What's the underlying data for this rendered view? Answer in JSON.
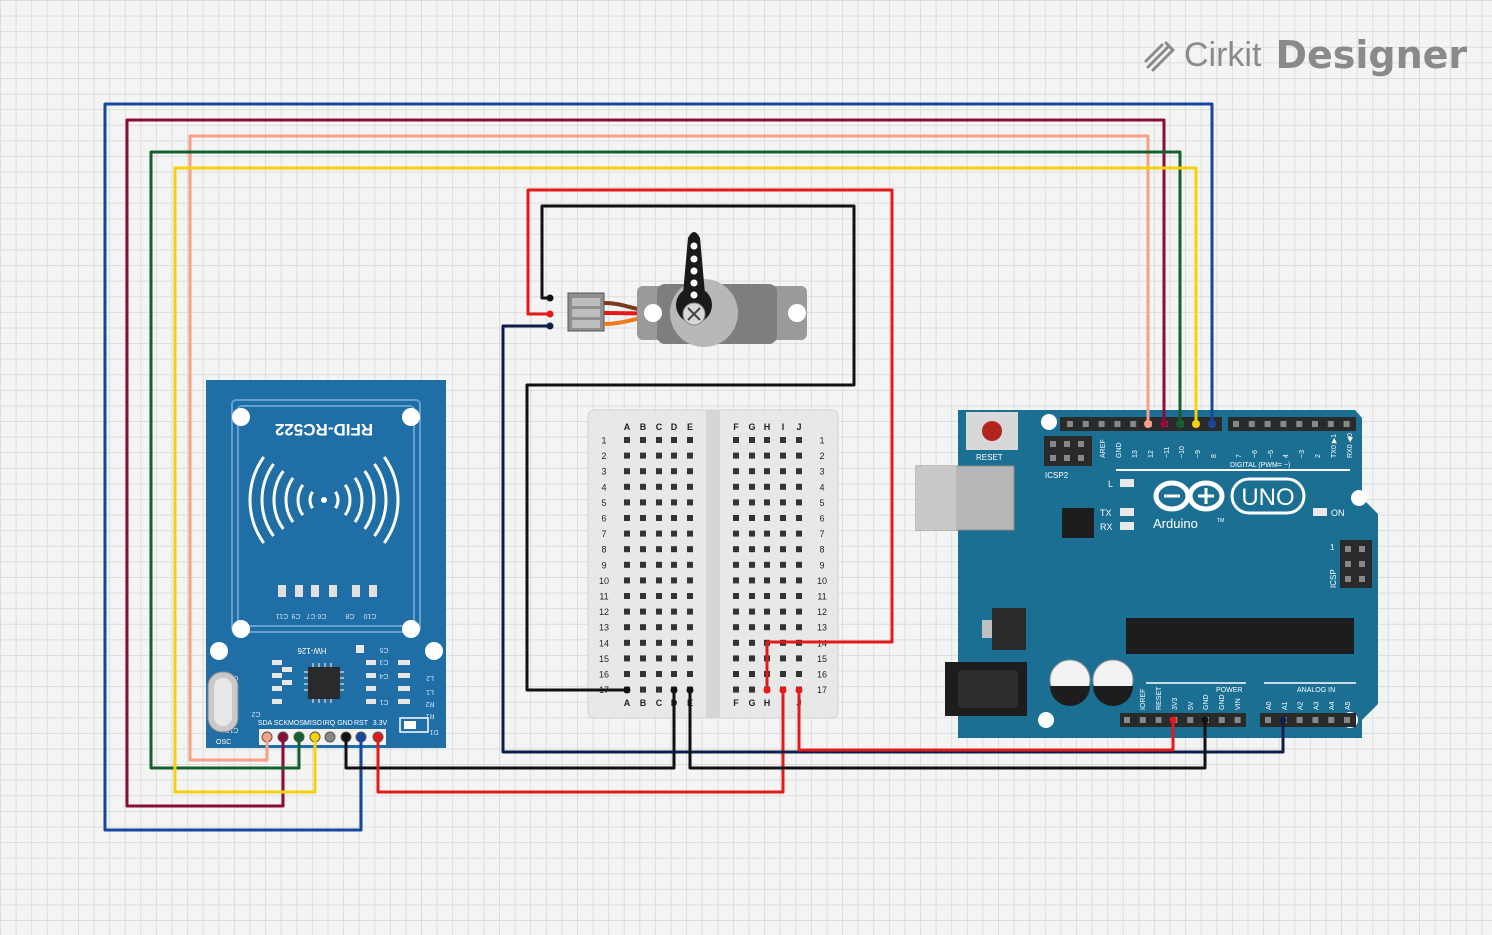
{
  "brand": {
    "name_light": "Cirkit",
    "name_bold": "Designer",
    "icon": "pencil-icon"
  },
  "rfid": {
    "title": "RFID-RC522",
    "model": "HW-126",
    "pins": [
      "SDA",
      "SCK",
      "MOSI",
      "MISO",
      "IRQ",
      "GND",
      "RST",
      "3.3V"
    ],
    "osc_label": "OSC",
    "component_labels": [
      "C13",
      "C12",
      "C2",
      "C3",
      "C4",
      "C1",
      "C5",
      "C6",
      "C7",
      "C8",
      "C9",
      "C10",
      "C11",
      "L1",
      "L2",
      "R1",
      "R2",
      "D1"
    ]
  },
  "breadboard": {
    "columns_left": [
      "A",
      "B",
      "C",
      "D",
      "E"
    ],
    "columns_right": [
      "F",
      "G",
      "H",
      "I",
      "J"
    ],
    "rows": [
      "1",
      "2",
      "3",
      "4",
      "5",
      "6",
      "7",
      "8",
      "9",
      "10",
      "11",
      "12",
      "13",
      "14",
      "15",
      "16",
      "17"
    ]
  },
  "arduino": {
    "reset_label": "RESET",
    "icsp2_label": "ICSP2",
    "icsp_label": "ICSP",
    "led_labels": [
      "L",
      "TX",
      "RX",
      "ON"
    ],
    "brand": "Arduino",
    "model": "UNO",
    "tm": "TM",
    "digital_label": "DIGITAL (PWM= ~)",
    "digital_pins": [
      "AREF",
      "GND",
      "13",
      "12",
      "~11",
      "~10",
      "~9",
      "8",
      "7",
      "~6",
      "~5",
      "4",
      "~3",
      "2",
      "TX0 ▶1",
      "RX0 ◀0"
    ],
    "power_label": "POWER",
    "power_pins": [
      "IOREF",
      "RESET",
      "3V3",
      "5V",
      "GND",
      "GND",
      "VIN"
    ],
    "analog_label": "ANALOG IN",
    "analog_pins": [
      "A0",
      "A1",
      "A2",
      "A3",
      "A4",
      "A5"
    ],
    "icsp_pin1": "1"
  },
  "colors": {
    "board_blue": "#1b6f93",
    "rfid_blue": "#1f6ea6",
    "wire_red": "#e41a1a",
    "wire_black": "#111111",
    "wire_navy": "#0c1e4a",
    "wire_blue": "#1646a0",
    "wire_maroon": "#8b0c3c",
    "wire_salmon": "#f5a088",
    "wire_green": "#13602e",
    "wire_yellow": "#f5d20a",
    "wire_orange": "#f07a18"
  }
}
